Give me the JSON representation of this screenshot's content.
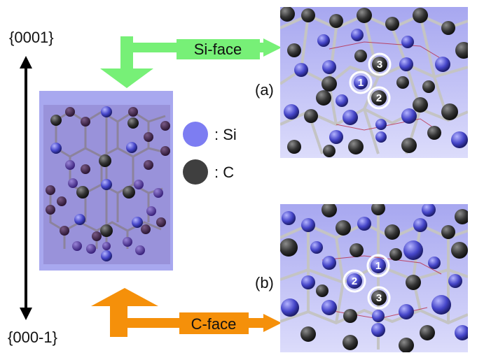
{
  "direction": {
    "top": "{0001}",
    "bottom": "{000-1}"
  },
  "faces": {
    "si": "Si-face",
    "c": "C-face"
  },
  "panels": {
    "a": "(a)",
    "b": "(b)"
  },
  "legend": {
    "si": {
      "label": ": Si",
      "color": "#7d7df2"
    },
    "c": {
      "label": ": C",
      "color": "#3f3f3f"
    }
  },
  "markers_a": [
    "1",
    "2",
    "3"
  ],
  "markers_b": [
    "1",
    "2",
    "3"
  ],
  "colors": {
    "si_arrow": "#77f077",
    "c_arrow": "#f5900a",
    "crystal_box": "#a8a8ef",
    "panel_bg": "#b9b9f5"
  }
}
